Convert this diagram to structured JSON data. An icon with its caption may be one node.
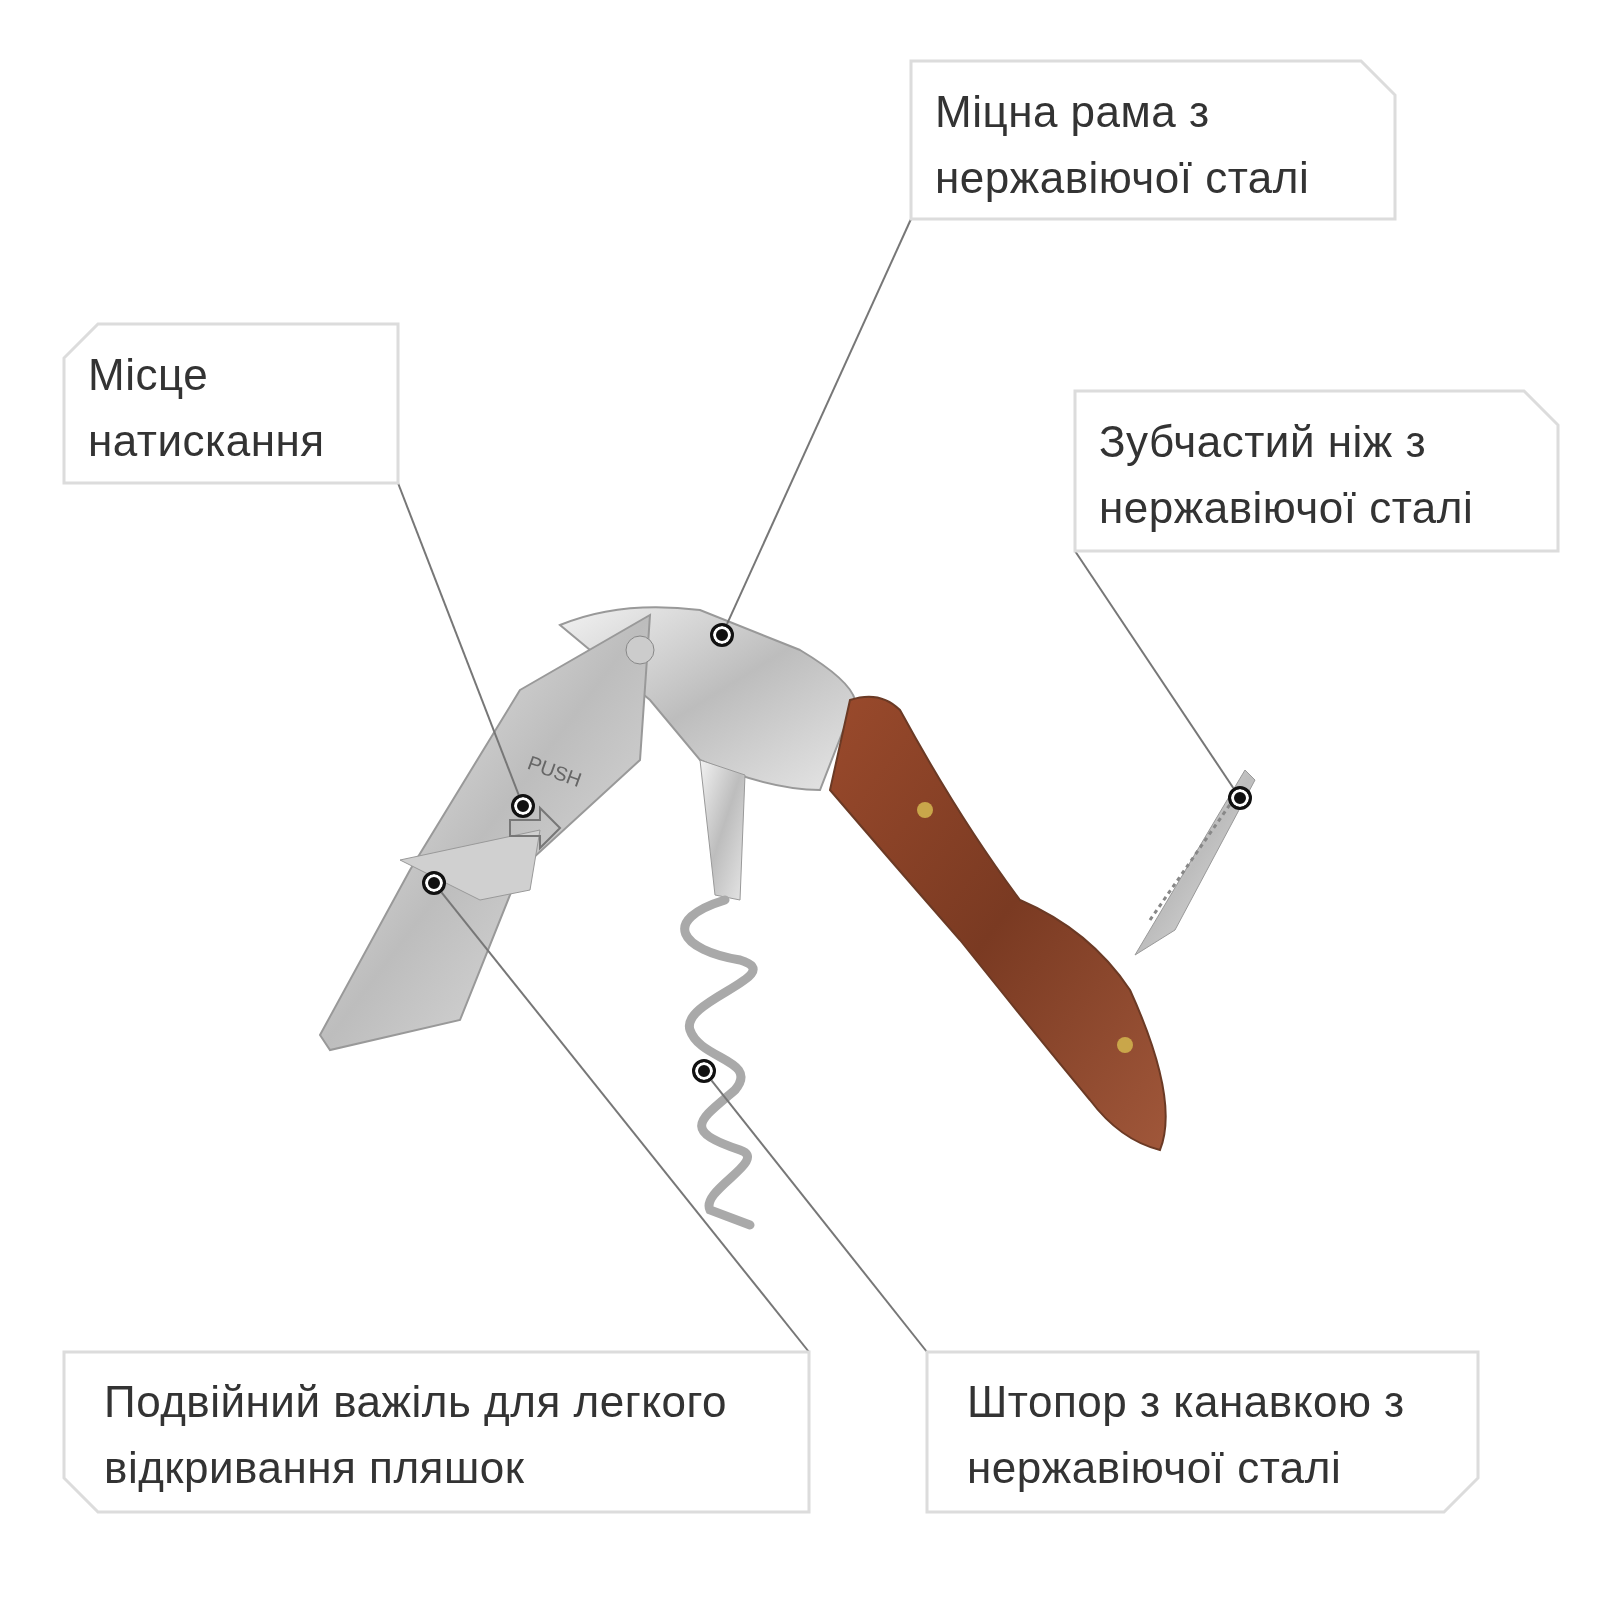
{
  "diagram": {
    "nodes": [
      {
        "text": [
          "Міцна рама з нержавіючої сталі"
        ]
      },
      {
        "text": [
          "Місце натискання"
        ]
      },
      {
        "text": [
          "Зубчастий ніж з нержавіючої сталі"
        ]
      },
      {
        "text": [
          "Подвійний важіль для легкого відкривання пляшок"
        ]
      },
      {
        "text": [
          "Штопор з канавкою з нержавіючої сталі"
        ]
      },
      {
        "text": [],
        "shape": "circle"
      },
      {
        "text": [],
        "shape": "circle"
      },
      {
        "text": [],
        "shape": "circle"
      },
      {
        "text": [],
        "shape": "circle"
      },
      {
        "text": [],
        "shape": "circle"
      }
    ],
    "edges": [
      {
        "from": 0,
        "to": 5,
        "arrow": "none"
      },
      {
        "from": 1,
        "to": 6,
        "arrow": "none"
      },
      {
        "from": 2,
        "to": 7,
        "arrow": "none"
      },
      {
        "from": 3,
        "to": 8,
        "arrow": "none"
      },
      {
        "from": 4,
        "to": 9,
        "arrow": "none"
      }
    ],
    "labels": [
      "PUSH"
    ]
  }
}
